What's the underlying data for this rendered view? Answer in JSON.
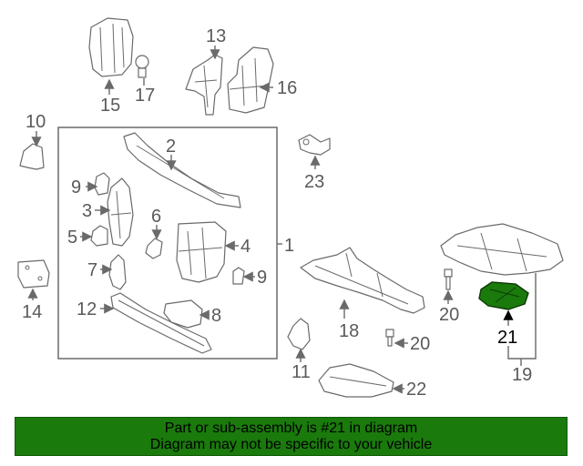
{
  "banner": {
    "line1": "Part or sub-assembly is #21 in diagram",
    "line2": "Diagram may not be specific to your vehicle"
  },
  "highlight_color": "#1a7a0c",
  "callouts": [
    "1",
    "2",
    "3",
    "4",
    "5",
    "6",
    "7",
    "8",
    "9",
    "9",
    "10",
    "11",
    "12",
    "13",
    "14",
    "15",
    "16",
    "17",
    "18",
    "19",
    "20",
    "20",
    "21",
    "22",
    "23"
  ],
  "highlighted_part": "21"
}
